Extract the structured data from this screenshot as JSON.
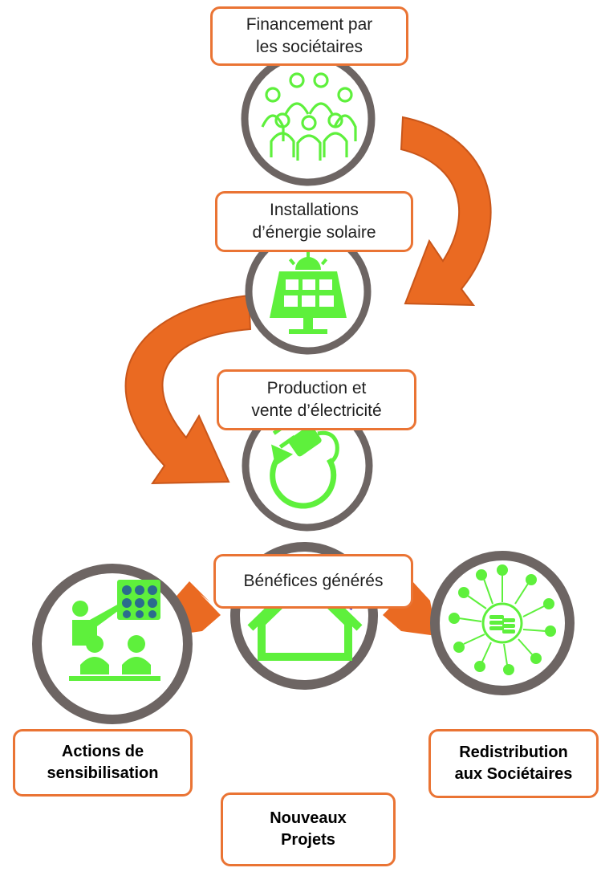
{
  "colors": {
    "accent_orange": "#ea7434",
    "arrow_orange": "#ea6a22",
    "icon_green": "#5ef03c",
    "ring_gray": "#6d6563",
    "panel_blue": "#3b3fcf"
  },
  "steps": [
    {
      "label": "Financement par\nles sociétaires",
      "icon": "community-people-icon"
    },
    {
      "label": "Installations\nd’énergie solaire",
      "icon": "solar-panel-icon"
    },
    {
      "label": "Production et\nvente d’électricité",
      "icon": "electric-plug-cycle-icon"
    },
    {
      "label": "Bénéfices générés"
    }
  ],
  "outcomes": [
    {
      "label": "Actions de\nsensibilisation",
      "icon": "teaching-presentation-icon"
    },
    {
      "label": "Nouveaux\nProjets",
      "icon": "solar-house-icon"
    },
    {
      "label": "Redistribution\naux Sociétaires",
      "icon": "coins-distribution-icon"
    }
  ]
}
